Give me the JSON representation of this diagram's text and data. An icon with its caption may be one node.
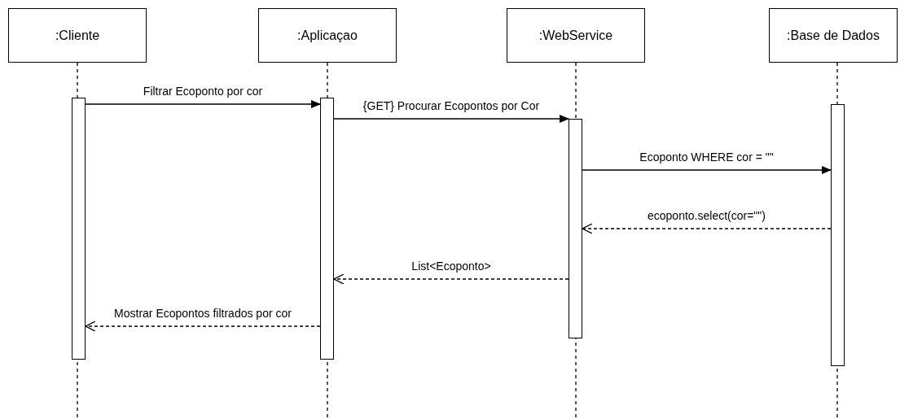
{
  "diagram": {
    "nodes": [
      {
        "text": [
          ":Cliente"
        ]
      },
      {
        "text": [
          ":Aplicaçao"
        ]
      },
      {
        "text": [
          ":WebService"
        ]
      },
      {
        "text": [
          ":Base de Dados"
        ]
      },
      {
        "text": [],
        "shape": "bar"
      },
      {
        "text": [],
        "shape": "bar"
      },
      {
        "text": [],
        "shape": "bar"
      },
      {
        "text": [],
        "shape": "bar"
      }
    ],
    "edges": [
      {
        "from": 4,
        "to": 5,
        "arrow": "to",
        "label": "Filtrar Ecoponto por cor"
      },
      {
        "from": 5,
        "to": 6,
        "arrow": "to",
        "label": "{GET} Procurar Ecopontos por Cor"
      },
      {
        "from": 6,
        "to": 7,
        "arrow": "to",
        "label": "Ecoponto WHERE cor = \"\""
      },
      {
        "from": 7,
        "to": 6,
        "arrow": "to",
        "style": "dashed",
        "label": "ecoponto.select(cor=\"\")"
      },
      {
        "from": 6,
        "to": 5,
        "arrow": "to",
        "style": "dashed",
        "label": "List<Ecoponto>"
      },
      {
        "from": 5,
        "to": 4,
        "arrow": "to",
        "style": "dashed",
        "label": "Mostrar Ecopontos filtrados por cor"
      }
    ]
  }
}
